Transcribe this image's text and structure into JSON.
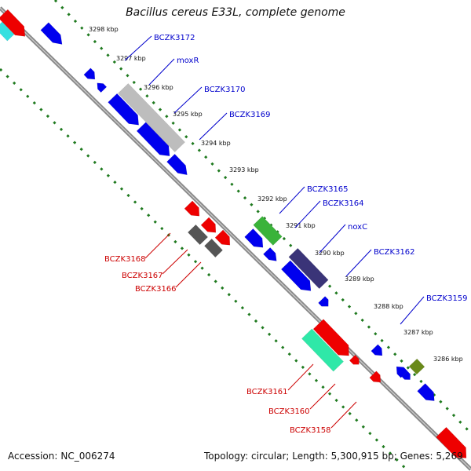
{
  "title": "Bacillus cereus E33L, complete genome",
  "accession": {
    "label": "Accession:",
    "value": "NC_006274"
  },
  "summary": {
    "topology_label": "Topology:",
    "topology": "circular",
    "length_label": "Length:",
    "length": "5,300,915 bp",
    "genes_label": "Genes:",
    "genes": "5,269"
  },
  "ticks": [
    "3298 kbp",
    "3297 kbp",
    "3296 kbp",
    "3295 kbp",
    "3294 kbp",
    "3293 kbp",
    "3292 kbp",
    "3291 kbp",
    "3290 kbp",
    "3289 kbp",
    "3288 kbp",
    "3287 kbp",
    "3286 kbp"
  ],
  "upper_gene_labels": [
    "BCZK3172",
    "moxR",
    "BCZK3170",
    "BCZK3169",
    "BCZK3165",
    "BCZK3164",
    "noxC",
    "BCZK3162",
    "BCZK3159"
  ],
  "lower_gene_labels": [
    "BCZK3168",
    "BCZK3167",
    "BCZK3166",
    "BCZK3161",
    "BCZK3160",
    "BCZK3158"
  ],
  "colors": {
    "backbone": "#8a8a8a",
    "tick_track": "#1f7a1f",
    "forward_cds": "#0000ee",
    "reverse_cds": "#ee0000",
    "upper_label": "#0000cc",
    "lower_label": "#cc0000",
    "grey_feature": "#bdbdbd",
    "dark_grey_feature": "#555555",
    "green_feature": "#3ab33a",
    "navy_feature": "#3a3478",
    "mint_feature": "#2fe8a8",
    "olive_feature": "#6a8a1a",
    "cyan_feature": "#35e0e0"
  }
}
